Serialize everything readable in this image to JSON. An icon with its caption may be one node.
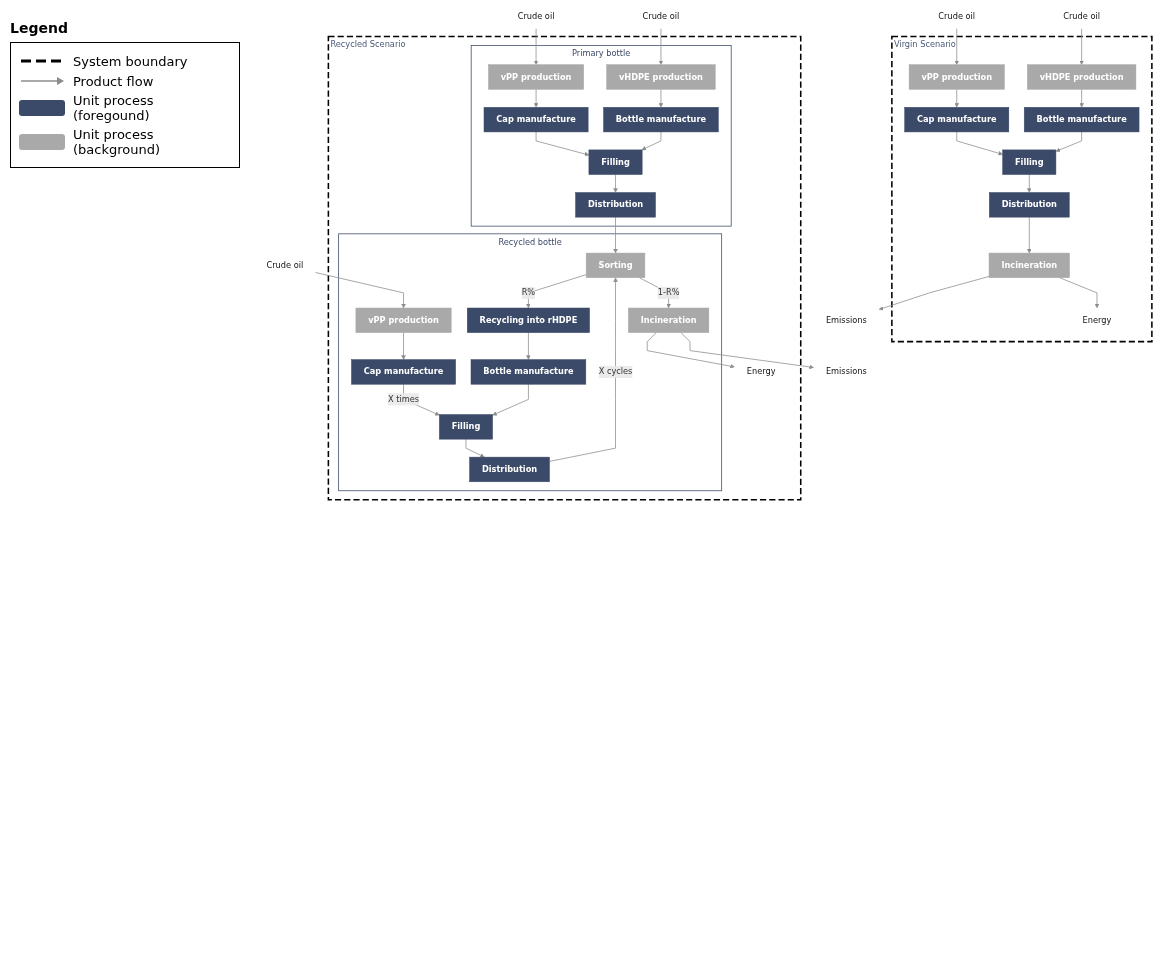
{
  "diagram": {
    "nodes": [
      {
        "text": [
          "Virgin Scenario"
        ]
      },
      {
        "text": [
          "Crude oil"
        ]
      },
      {
        "text": [
          "Crude oil"
        ]
      },
      {
        "text": [
          "vPP production"
        ],
        "in": 0
      },
      {
        "text": [
          "vHDPE production"
        ],
        "in": 0
      },
      {
        "text": [
          "Cap manufacture"
        ],
        "in": 0
      },
      {
        "text": [
          "Bottle manufacture"
        ],
        "in": 0
      },
      {
        "text": [
          "Filling"
        ],
        "in": 0
      },
      {
        "text": [
          "Distribution"
        ],
        "in": 0
      },
      {
        "text": [
          "Incineration"
        ],
        "in": 0
      },
      {
        "text": [
          "Energy"
        ],
        "in": 0
      },
      {
        "text": [
          "Emissions"
        ]
      },
      {
        "text": [
          "Recycled Scenario"
        ]
      },
      {
        "text": [
          "Crude oil"
        ]
      },
      {
        "text": [
          "Crude oil"
        ]
      },
      {
        "text": [
          "Crude oil"
        ]
      },
      {
        "text": [
          "Primary bottle"
        ],
        "in": 12
      },
      {
        "text": [
          "vPP production"
        ],
        "in": 16
      },
      {
        "text": [
          "vHDPE production"
        ],
        "in": 16
      },
      {
        "text": [
          "Cap manufacture"
        ],
        "in": 16
      },
      {
        "text": [
          "Bottle manufacture"
        ],
        "in": 16
      },
      {
        "text": [
          "Filling"
        ],
        "in": 16
      },
      {
        "text": [
          "Distribution"
        ],
        "in": 16
      },
      {
        "text": [
          "Recycled bottle"
        ],
        "in": 12
      },
      {
        "text": [
          "Sorting"
        ],
        "in": 23
      },
      {
        "text": [
          "Incineration"
        ],
        "in": 23
      },
      {
        "text": [
          "vPP production"
        ],
        "in": 23
      },
      {
        "text": [
          "Recycling into rHDPE"
        ],
        "in": 23
      },
      {
        "text": [
          "Cap manufacture"
        ],
        "in": 23
      },
      {
        "text": [
          "Bottle manufacture"
        ],
        "in": 23
      },
      {
        "text": [
          "Filling"
        ],
        "in": 23
      },
      {
        "text": [
          "Distribution"
        ],
        "in": 23
      },
      {
        "text": [
          "Energy"
        ],
        "in": 12
      },
      {
        "text": [
          "Emissions"
        ]
      }
    ],
    "edges": [
      {
        "from": 1,
        "to": 3,
        "arrow": "to"
      },
      {
        "from": 2,
        "to": 4,
        "arrow": "to"
      },
      {
        "from": 3,
        "to": 5,
        "arrow": "to"
      },
      {
        "from": 4,
        "to": 6,
        "arrow": "to"
      },
      {
        "from": 5,
        "to": 7,
        "arrow": "to"
      },
      {
        "from": 6,
        "to": 7,
        "arrow": "to"
      },
      {
        "from": 7,
        "to": 8,
        "arrow": "to"
      },
      {
        "from": 8,
        "to": 9,
        "arrow": "to"
      },
      {
        "from": 9,
        "to": 10,
        "arrow": "to"
      },
      {
        "from": 9,
        "to": 11,
        "arrow": "to"
      },
      {
        "from": 14,
        "to": 17,
        "arrow": "to"
      },
      {
        "from": 15,
        "to": 18,
        "arrow": "to"
      },
      {
        "from": 17,
        "to": 19,
        "arrow": "to"
      },
      {
        "from": 18,
        "to": 20,
        "arrow": "to"
      },
      {
        "from": 19,
        "to": 21,
        "arrow": "to"
      },
      {
        "from": 20,
        "to": 21,
        "arrow": "to"
      },
      {
        "from": 21,
        "to": 22,
        "arrow": "to"
      },
      {
        "from": 22,
        "to": 24,
        "arrow": "to"
      },
      {
        "from": 13,
        "to": 26,
        "arrow": "to"
      },
      {
        "from": 24,
        "to": 25,
        "arrow": "to",
        "label": "1-R%"
      },
      {
        "from": 24,
        "to": 27,
        "arrow": "to",
        "label": "R%"
      },
      {
        "from": 26,
        "to": 28,
        "arrow": "to"
      },
      {
        "from": 27,
        "to": 29,
        "arrow": "to"
      },
      {
        "from": 28,
        "to": 30,
        "arrow": "to",
        "label": "X times"
      },
      {
        "from": 29,
        "to": 30,
        "arrow": "to"
      },
      {
        "from": 30,
        "to": 31,
        "arrow": "to"
      },
      {
        "from": 31,
        "to": 24,
        "arrow": "to",
        "label": "X cycles"
      },
      {
        "from": 25,
        "to": 32,
        "arrow": "to"
      },
      {
        "from": 25,
        "to": 33,
        "arrow": "to"
      }
    ],
    "labels": [
      "Legend"
    ],
    "legend": [
      {
        "text": "System boundary"
      },
      {
        "text": "Product flow"
      },
      {
        "text": "Unit process (foregound)",
        "color": "#3b4a68"
      },
      {
        "text": "Unit process (background)",
        "color": "#a9a9a9"
      }
    ]
  }
}
